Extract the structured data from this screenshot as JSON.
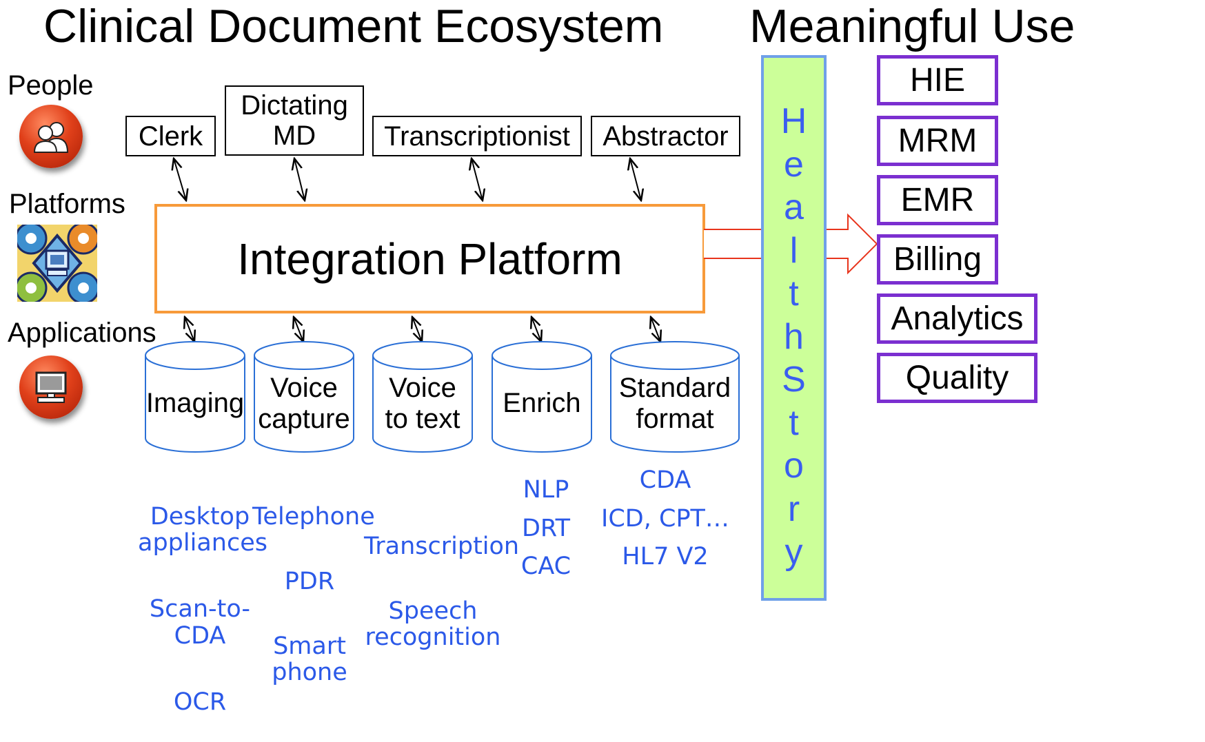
{
  "titles": {
    "left": "Clinical Document Ecosystem",
    "right": "Meaningful Use"
  },
  "row_labels": {
    "people": "People",
    "platforms": "Platforms",
    "applications": "Applications"
  },
  "icons": {
    "people": "people-icon",
    "platforms": "platform-gears-icon",
    "applications": "computer-icon"
  },
  "actors": [
    {
      "label": "Clerk"
    },
    {
      "label": "Dictating\nMD"
    },
    {
      "label": "Transcriptionist"
    },
    {
      "label": "Abstractor"
    }
  ],
  "integration_platform": {
    "label": "Integration Platform"
  },
  "applications": [
    {
      "label": "Imaging",
      "examples": [
        "Desktop\nappliances",
        "Scan-to-\nCDA",
        "OCR"
      ]
    },
    {
      "label": "Voice\ncapture",
      "examples": [
        "Telephone",
        "PDR",
        "Smart\nphone"
      ]
    },
    {
      "label": "Voice\nto text",
      "examples": [
        "Transcription",
        "Speech\nrecognition"
      ]
    },
    {
      "label": "Enrich",
      "examples": [
        "NLP",
        "DRT",
        "CAC"
      ]
    },
    {
      "label": "Standard\nformat",
      "examples": [
        "CDA",
        "ICD, CPT…",
        "HL7 V2"
      ]
    }
  ],
  "healthstory": {
    "letters": [
      "H",
      "e",
      "a",
      "l",
      "t",
      "h",
      "S",
      "t",
      "o",
      "r",
      "y"
    ]
  },
  "meaningful_use": [
    "HIE",
    "MRM",
    "EMR",
    "Billing",
    "Analytics",
    "Quality"
  ],
  "colors": {
    "platform_border": "#f79a3a",
    "arrow_red": "#e8341c",
    "healthstory_fill": "#ccff99",
    "healthstory_border": "#6fa0e8",
    "healthstory_text": "#3a5ef0",
    "target_border": "#7b2fd0",
    "example_text": "#2b59e8"
  }
}
